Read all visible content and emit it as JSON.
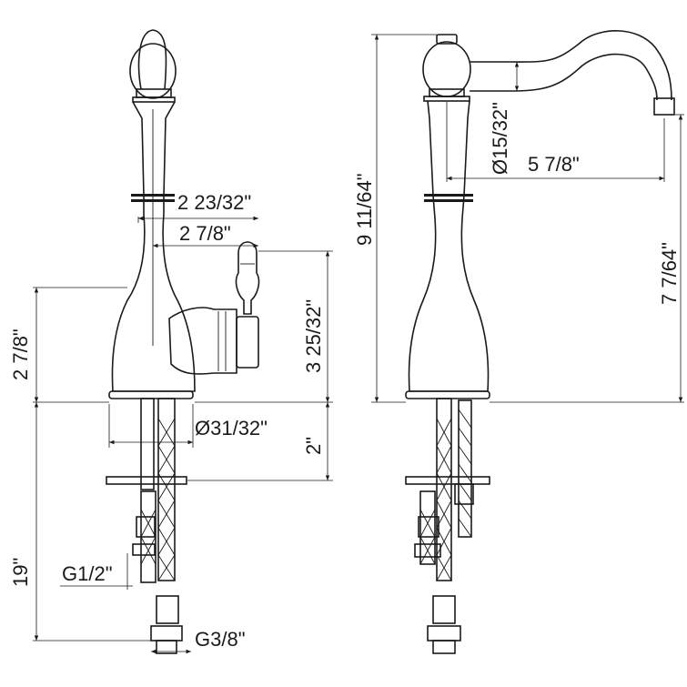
{
  "labels": {
    "handle_offset_total": "2 23/32\"",
    "handle_offset": "2 7/8\"",
    "base_to_lever_height": "2 7/8\"",
    "lever_height": "3 25/32\"",
    "base_diameter": "Ø31/32\"",
    "shank_length": "2\"",
    "hose_length": "19\"",
    "inlet_thread": "G1/2\"",
    "supply_thread": "G3/8\"",
    "overall_height": "9 11/64\"",
    "spout_height": "7 7/64\"",
    "aerator_diameter": "Ø15/32\"",
    "spout_reach": "5 7/8\""
  }
}
